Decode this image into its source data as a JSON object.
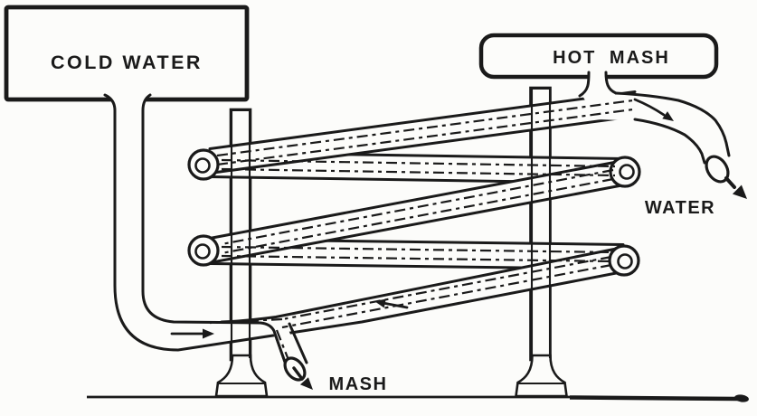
{
  "figure": {
    "palette": {
      "paper": "#fcfcfa",
      "ink": "#1a1a1a"
    },
    "cold_water_tank_label": "COLD WATER",
    "hot_mash_tank_label": "HOT MASH",
    "water_outlet_label": "WATER",
    "mash_outlet_label": "MASH"
  }
}
